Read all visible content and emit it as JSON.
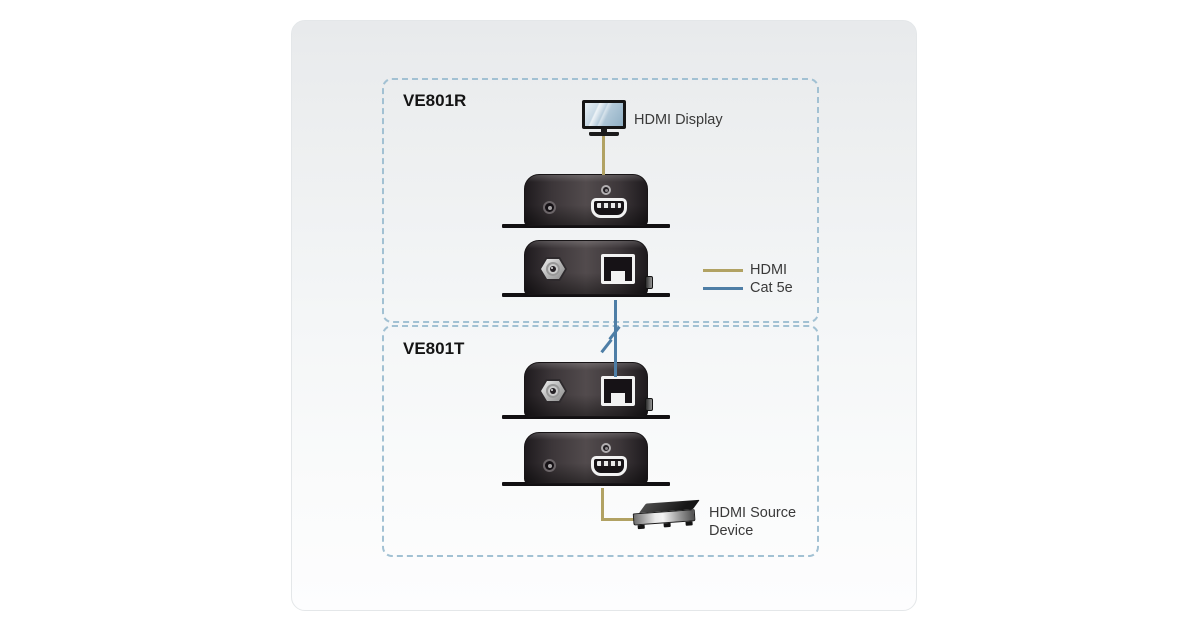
{
  "groups": {
    "receiver": {
      "label": "VE801R"
    },
    "transmitter": {
      "label": "VE801T"
    }
  },
  "labels": {
    "display": "HDMI Display",
    "source": "HDMI Source Device"
  },
  "legend": {
    "items": [
      {
        "label": "HDMI",
        "color": "#b1a263"
      },
      {
        "label": "Cat 5e",
        "color": "#4e7ea6"
      }
    ]
  },
  "connections": [
    {
      "type": "HDMI",
      "from": "HDMI Display",
      "to": "VE801R"
    },
    {
      "type": "Cat 5e",
      "from": "VE801R",
      "to": "VE801T"
    },
    {
      "type": "HDMI",
      "from": "VE801T",
      "to": "HDMI Source Device"
    }
  ],
  "icons": {
    "display": "hdmi-display-monitor-icon",
    "source": "hdmi-source-player-icon",
    "cable_break": "cable-break-slashes-icon"
  },
  "colors": {
    "hdmi_line": "#b1a263",
    "cat5e_line": "#4e7ea6",
    "group_border": "#a2c1d3",
    "card_bg_top": "#e8eaec",
    "card_bg_bottom": "#fdfdfe",
    "device_body": "#3c3639"
  }
}
